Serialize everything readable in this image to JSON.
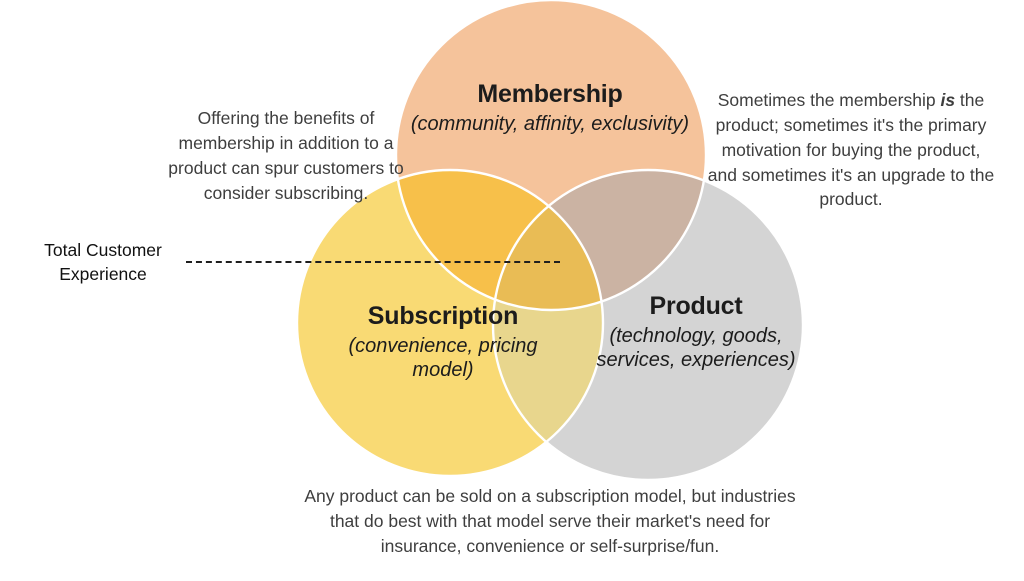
{
  "diagram": {
    "type": "venn",
    "title_visible": false,
    "background_color": "#ffffff",
    "sets": [
      {
        "id": "membership",
        "name": "Membership",
        "attributes": "(community, affinity, exclusivity)",
        "color": "#f5c39b",
        "position": "top-center"
      },
      {
        "id": "subscription",
        "name": "Subscription",
        "attributes": "(convenience, pricing model)",
        "color": "#f9da74",
        "position": "bottom-left"
      },
      {
        "id": "product",
        "name": "Product",
        "attributes": "(technology, goods, services, experiences)",
        "color": "#d4d4d4",
        "position": "bottom-right"
      }
    ]
  },
  "circles": {
    "membership": {
      "title": "Membership",
      "subtitle": "(community, affinity, exclusivity)"
    },
    "subscription": {
      "title": "Subscription",
      "subtitle": "(convenience, pricing model)"
    },
    "product": {
      "title": "Product",
      "subtitle": "(technology, goods, services, experiences)"
    }
  },
  "annotations": {
    "left": "Offering the benefits of membership in addition to a product can spur customers to consider subscribing.",
    "right_part1": "Sometimes the membership ",
    "right_emphasis": "is",
    "right_part2": " the product; sometimes it's the primary motivation for buying the product, and sometimes it's an upgrade to the product.",
    "bottom": "Any product can be sold on a subscription model, but industries that do best with that model serve their market's need for insurance, convenience or self-surprise/fun."
  },
  "callout": {
    "total_customer_experience": "Total Customer Experience",
    "leader_line_style": "dashed"
  },
  "colors": {
    "membership": "#f5c39b",
    "subscription": "#f9da74",
    "product": "#d4d4d4",
    "membership_subscription_overlap": "#f7c04a",
    "membership_product_overlap": "#cbb3a3",
    "subscription_product_overlap": "#e8d68d",
    "center_overlap": "#e9bc55",
    "text": "#3e3e3e",
    "heading_text": "#1c1c1c",
    "dash_line": "#1e1e1e",
    "background": "#ffffff"
  }
}
